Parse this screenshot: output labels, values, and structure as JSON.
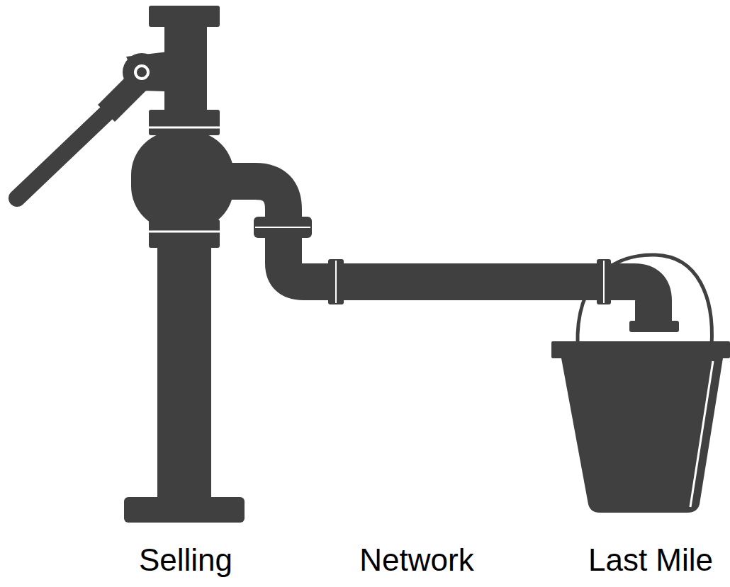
{
  "diagram": {
    "labels": [
      "Selling",
      "Network",
      "Last Mile"
    ]
  }
}
